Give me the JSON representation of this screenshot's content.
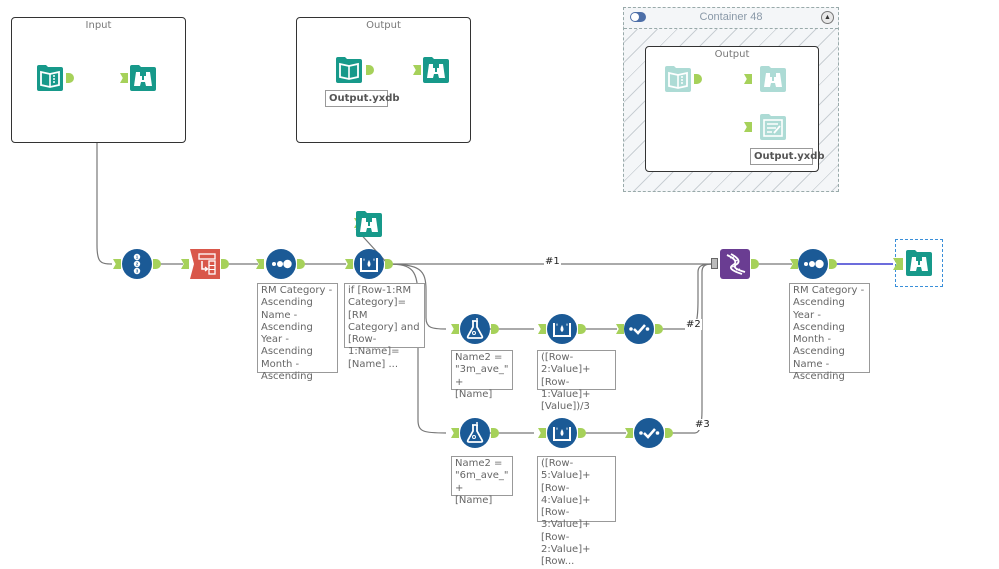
{
  "canvas": {
    "containers": [
      {
        "id": "input",
        "title": "Input"
      },
      {
        "id": "output",
        "title": "Output"
      },
      {
        "id": "container48",
        "title": "Container 48",
        "inner_title": "Output",
        "collapse_icon": "chevron-up-icon",
        "enabled": true
      }
    ],
    "annotations": {
      "output_file": "Output.yxdb",
      "container48_output_file": "Output.yxdb",
      "sort1": "RM Category -\nAscending\nName -\nAscending\nYear - Ascending\nMonth -\nAscending",
      "multirow_filter": "if [Row-1:RM\nCategory]=[RM\nCategory] and\n[Row-1:Name]=\n[Name] ...",
      "formula_3m": "Name2 =\n\"3m_ave_\" +\n[Name]",
      "multirow_3m": "([Row-2:Value]+\n[Row-1:Value]+\n[Value])/3",
      "formula_6m": "Name2 =\n\"6m_ave_\" +\n[Name]",
      "multirow_6m": "([Row-5:Value]+\n[Row-4:Value]+\n[Row-3:Value]+\n[Row-2:Value]+\n[Row...",
      "sort2": "RM Category -\nAscending\nYear - Ascending\nMonth -\nAscending\nName -\nAscending"
    },
    "connection_labels": {
      "union_1": "#1",
      "union_2": "#2",
      "union_3": "#3"
    },
    "tools": [
      {
        "id": "input-data",
        "icon": "input-book-icon"
      },
      {
        "id": "browse-1",
        "icon": "browse-binoculars-icon"
      },
      {
        "id": "output-input",
        "icon": "input-book-icon"
      },
      {
        "id": "browse-2",
        "icon": "browse-binoculars-icon"
      },
      {
        "id": "record-id",
        "icon": "record-id-icon"
      },
      {
        "id": "select-records",
        "icon": "transpose-icon"
      },
      {
        "id": "sort-1",
        "icon": "sort-icon"
      },
      {
        "id": "browse-3",
        "icon": "browse-binoculars-icon"
      },
      {
        "id": "multirow-1",
        "icon": "multi-row-formula-icon"
      },
      {
        "id": "formula-3m",
        "icon": "formula-flask-icon"
      },
      {
        "id": "multirow-3m",
        "icon": "multi-row-formula-icon"
      },
      {
        "id": "select-3m",
        "icon": "select-check-icon"
      },
      {
        "id": "formula-6m",
        "icon": "formula-flask-icon"
      },
      {
        "id": "multirow-6m",
        "icon": "multi-row-formula-icon"
      },
      {
        "id": "select-6m",
        "icon": "select-check-icon"
      },
      {
        "id": "union",
        "icon": "union-dna-icon"
      },
      {
        "id": "sort-2",
        "icon": "sort-icon"
      },
      {
        "id": "browse-final",
        "icon": "browse-binoculars-icon"
      }
    ],
    "colors": {
      "io_teal": "#17998a",
      "prep_blue": "#1b5a96",
      "transform_red": "#d9574a",
      "join_purple": "#6a3d92",
      "anchor_green": "#a6d15a",
      "selected_wire": "#3b3bd1"
    }
  }
}
